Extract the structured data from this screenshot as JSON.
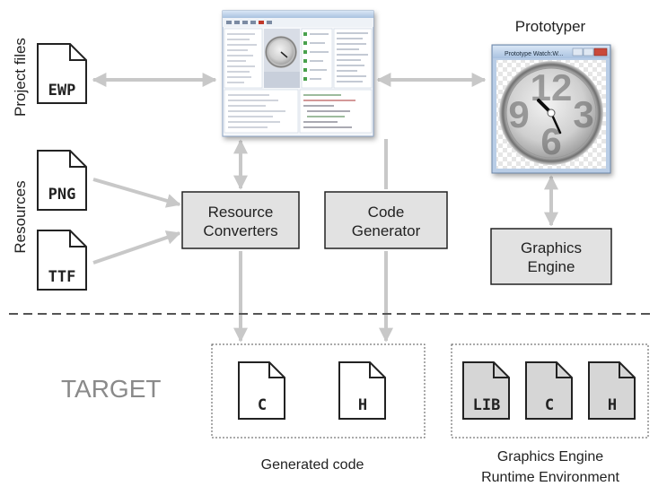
{
  "labels": {
    "project_files": "Project files",
    "resources": "Resources",
    "prototyper": "Prototyper",
    "target": "TARGET",
    "generated_code": "Generated code",
    "runtime_line1": "Graphics Engine",
    "runtime_line2": "Runtime Environment"
  },
  "boxes": {
    "resource_converters": [
      "Resource",
      "Converters"
    ],
    "code_generator": [
      "Code",
      "Generator"
    ],
    "graphics_engine": [
      "Graphics",
      "Engine"
    ]
  },
  "files": {
    "ewp": "EWP",
    "png": "PNG",
    "ttf": "TTF",
    "gen_c": "C",
    "gen_h": "H",
    "lib": "LIB",
    "rt_c": "C",
    "rt_h": "H"
  },
  "prototyper_window": {
    "title": "Prototype Watch:W..."
  },
  "colors": {
    "box_fill": "#e2e2e2",
    "box_stroke": "#222222",
    "arrow": "#c8c8c8",
    "runtime_file_fill": "#d6d6d6",
    "target_text": "#8a8a8a"
  }
}
